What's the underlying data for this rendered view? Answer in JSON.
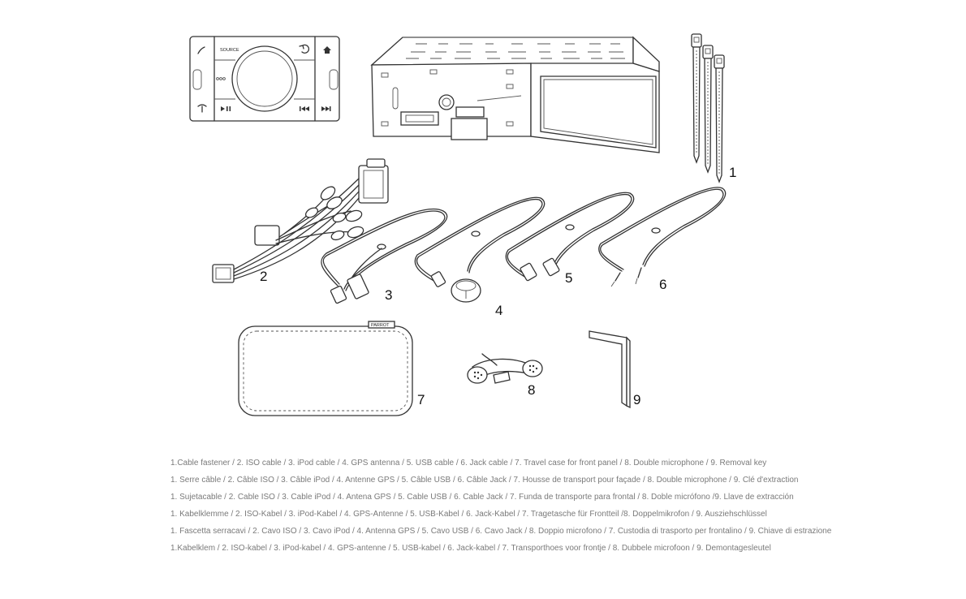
{
  "labels": {
    "n1": "1",
    "n2": "2",
    "n3": "3",
    "n4": "4",
    "n5": "5",
    "n6": "6",
    "n7": "7",
    "n8": "8",
    "n9": "9"
  },
  "faceplate": {
    "source_label": "SOURCE"
  },
  "travel_case": {
    "brand_tag": "PARROT"
  },
  "legend_lines": [
    "1.Cable fastener / 2. ISO cable / 3. iPod cable  / 4. GPS antenna / 5. USB cable / 6. Jack  cable / 7. Travel case for front panel / 8. Double microphone / 9. Removal key",
    "1. Serre câble / 2. Câble ISO / 3. Câble iPod  / 4. Antenne GPS / 5. Câble USB / 6. Câble Jack / 7. Housse de transport pour façade / 8. Double microphone / 9. Clé d'extraction",
    "1. Sujetacable / 2. Cable ISO / 3. Cable iPod / 4. Antena GPS / 5. Cable USB / 6. Cable Jack / 7. Funda de transporte para frontal / 8. Doble micrófono /9. Llave de extracción",
    "1. Kabelklemme / 2. ISO-Kabel / 3. iPod-Kabel  / 4. GPS-Antenne / 5. USB-Kabel / 6. Jack-Kabel / 7. Tragetasche für Frontteil /8. Doppelmikrofon / 9. Ausziehschlüssel",
    "1. Fascetta serracavi / 2. Cavo ISO / 3. Cavo iPod / 4. Antenna GPS / 5. Cavo USB / 6. Cavo Jack / 8. Doppio microfono / 7. Custodia di trasporto per frontalino / 9. Chiave di estrazione",
    "1.Kabelklem / 2. ISO-kabel / 3. iPod-kabel  / 4. GPS-antenne / 5. USB-kabel / 6. Jack-kabel / 7. Transporthoes voor frontje / 8. Dubbele microfoon / 9. Demontagesleutel"
  ]
}
